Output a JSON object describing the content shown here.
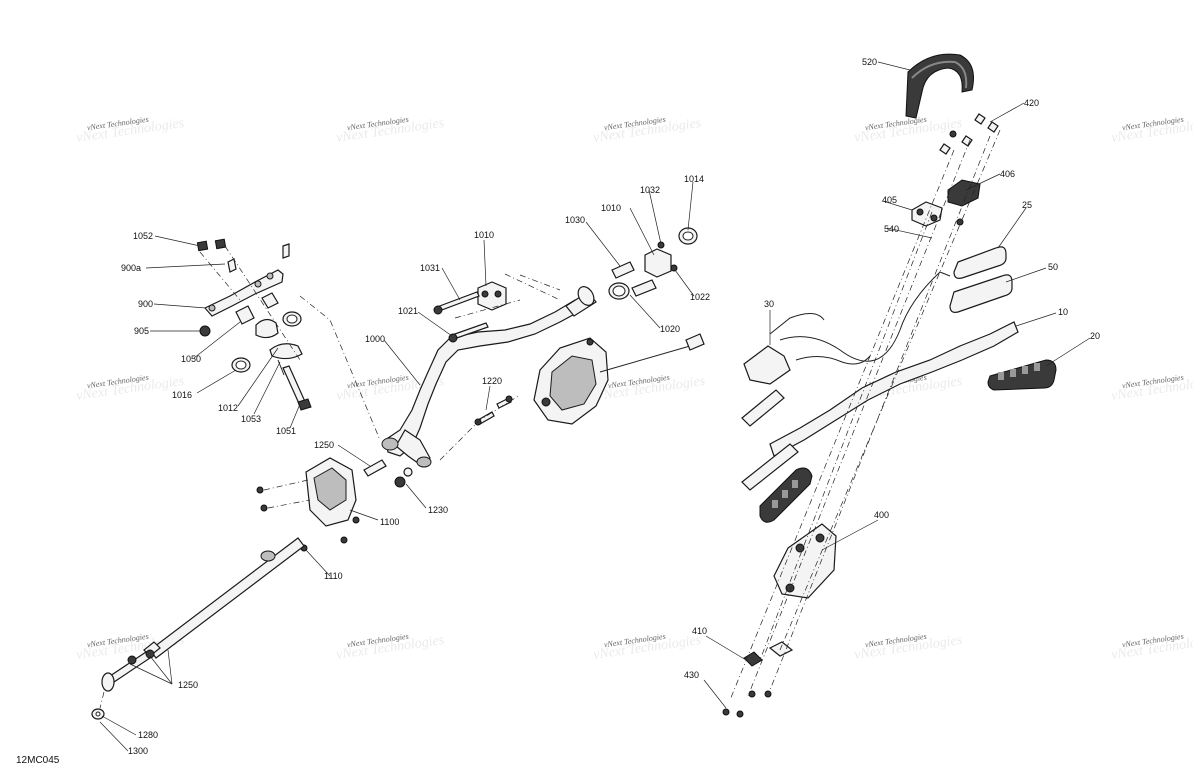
{
  "drawing_code": "12MC045",
  "watermark": "vNext Technologies",
  "callouts": [
    "1052",
    "900a",
    "900",
    "905",
    "1050",
    "1016",
    "1012",
    "1053",
    "1051",
    "1031",
    "1010",
    "1021",
    "1000",
    "1030",
    "1010",
    "1032",
    "1014",
    "1022",
    "1020",
    "1220",
    "1250",
    "1230",
    "1100",
    "1110",
    "1250",
    "1280",
    "1300",
    "520",
    "420",
    "406",
    "405",
    "540",
    "25",
    "50",
    "10",
    "20",
    "30",
    "400",
    "410",
    "430"
  ]
}
